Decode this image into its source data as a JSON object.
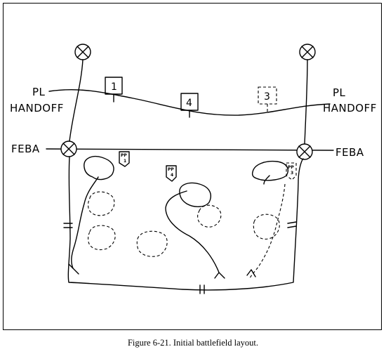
{
  "labels": {
    "pl_left_line1": "PL",
    "pl_left_line2": "HANDOFF",
    "pl_right_line1": "PL",
    "pl_right_line2": "HANDOFF",
    "feba_left": "FEBA",
    "feba_right": "FEBA"
  },
  "units": {
    "unit_1": "1",
    "unit_4": "4",
    "unit_3": "3"
  },
  "passage_points": {
    "pp1_top": "PP",
    "pp1_num": "1",
    "pp4_top": "PP",
    "pp4_num": "4",
    "pp3_top": "PP",
    "pp3_num": "3"
  },
  "caption": "Figure 6-21. Initial battlefield layout."
}
